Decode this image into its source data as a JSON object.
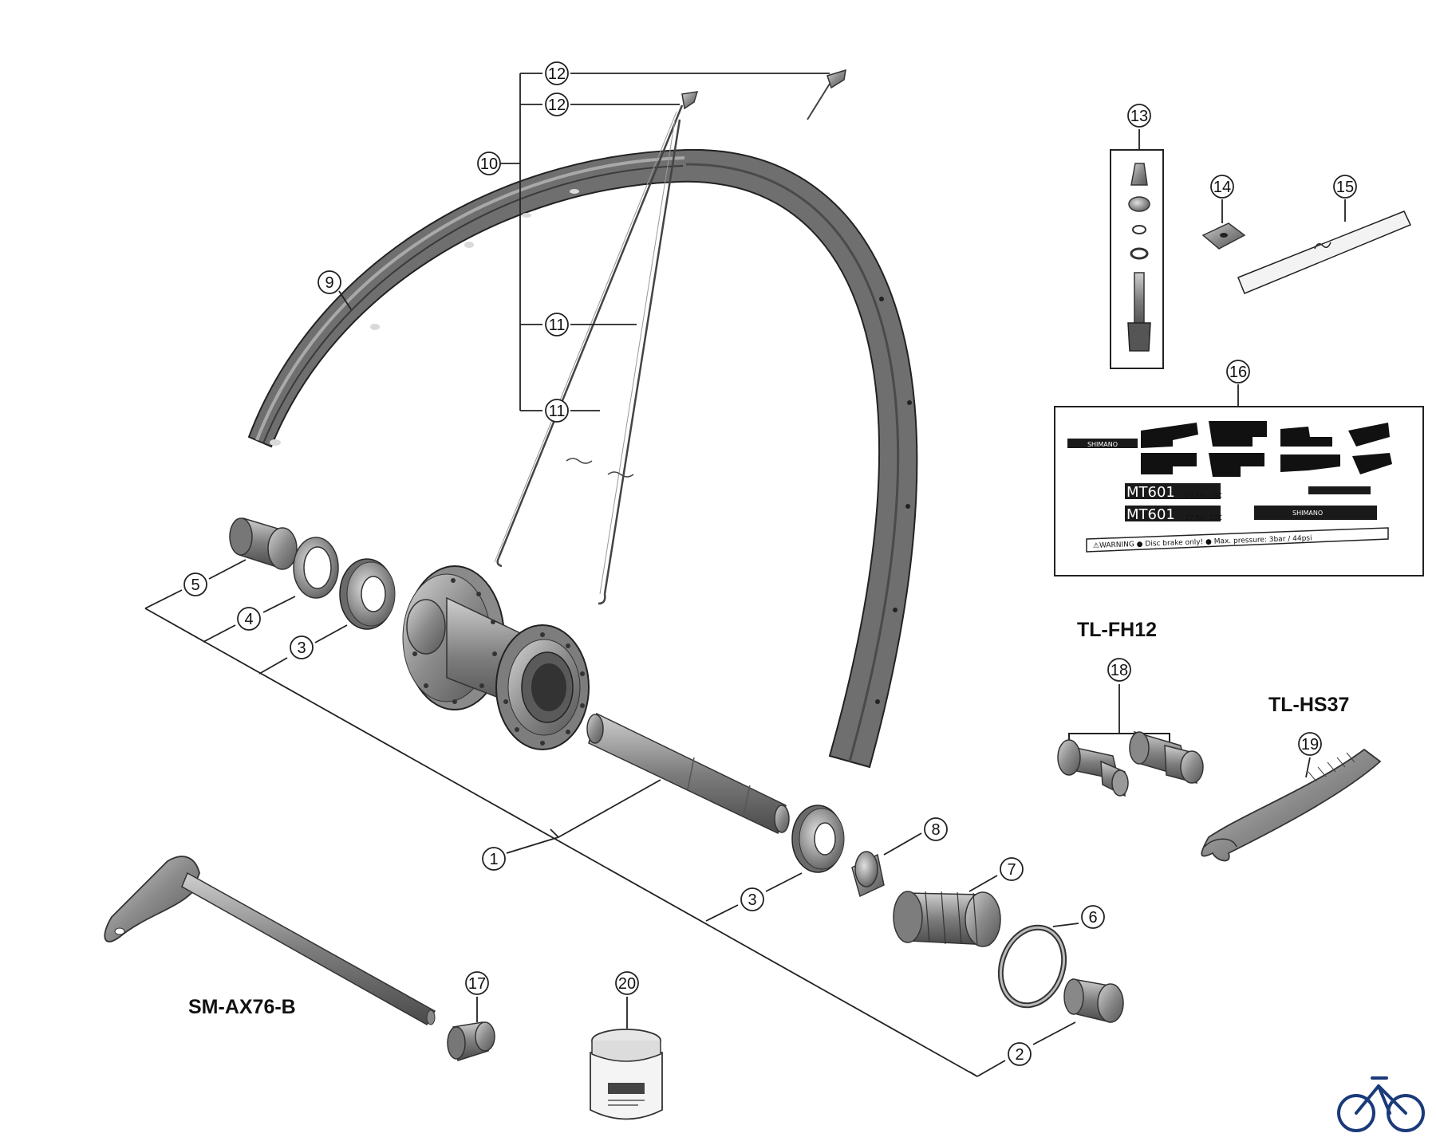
{
  "models": {
    "axle": "SM-AX76-B",
    "freehub_tool": "TL-FH12",
    "hub_spanner": "TL-HS37"
  },
  "callouts": {
    "c1": "1",
    "c2": "2",
    "c3a": "3",
    "c3b": "3",
    "c4": "4",
    "c5": "5",
    "c6": "6",
    "c7": "7",
    "c8": "8",
    "c9": "9",
    "c10": "10",
    "c11a": "11",
    "c11b": "11",
    "c12a": "12",
    "c12b": "12",
    "c13": "13",
    "c14": "14",
    "c15": "15",
    "c16": "16",
    "c17": "17",
    "c18": "18",
    "c19": "19",
    "c20": "20"
  },
  "decals": {
    "brand_small": "SHIMANO",
    "model_1": "MT601",
    "model_2": "MT601",
    "size_1": "27.5in. 23C",
    "size_2": "27.5in. 23C",
    "brand_strip": "SHIMANO",
    "warning": "⚠WARNING ● Disc brake only! ● Max. pressure: 3bar / 44psi"
  },
  "icons": {
    "bicycle": "bicycle-icon"
  }
}
